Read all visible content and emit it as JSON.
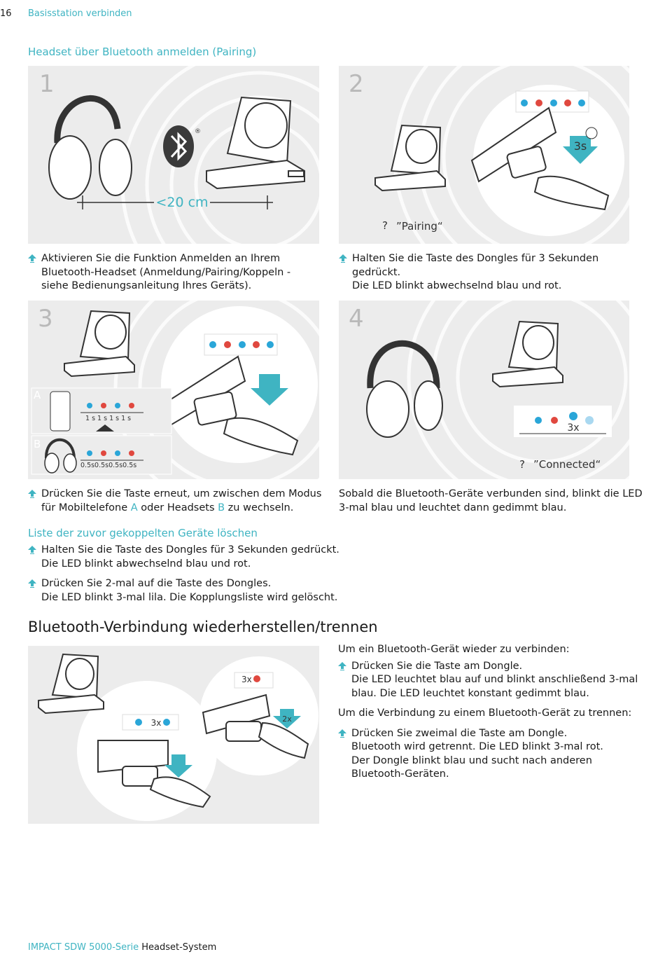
{
  "header": {
    "page_number": "16",
    "chapter": "Basisstation verbinden"
  },
  "section_pairing": {
    "title": "Headset über Bluetooth anmelden (Pairing)",
    "steps": [
      {
        "number": "1",
        "distance": "<20 cm",
        "text": [
          "Aktivieren Sie  die Funktion Anmelden an Ihrem",
          "Bluetooth-Headset (Anmeldung/Pairing/Koppeln -",
          "siehe Bedienungsanleitung Ihres Geräts)."
        ]
      },
      {
        "number": "2",
        "hold_time": "3s",
        "status": "”Pairing“",
        "text": [
          "Halten Sie  die Taste des Dongles für 3 Sekunden",
          "gedrückt.",
          "Die LED  blinkt abwechselnd  blau und rot."
        ]
      },
      {
        "number": "3",
        "mode_a": "A",
        "mode_b": "B",
        "timing_a": "1 s 1 s 1 s 1 s",
        "timing_b": "0.5s0.5s0.5s0.5s",
        "text_1": "Drücken Sie  die Taste erneut, um zwischen dem Modus",
        "text_2_pre": "für Mobiltelefone ",
        "text_2_a": "A",
        "text_2_mid": " oder Headsets ",
        "text_2_b": "B",
        "text_2_post": " zu wechseln."
      },
      {
        "number": "4",
        "blink_count": "3x",
        "status": "”Connected“",
        "text": [
          "Sobald  die Bluetooth-Geräte verbunden sind, blinkt die LED",
          "3-mal blau und leuchtet  dann gedimmt blau."
        ]
      }
    ]
  },
  "section_clear": {
    "title": "Liste der zuvor gekoppelten Geräte löschen",
    "items": [
      [
        "Halten Sie  die Taste des Dongles für 3 Sekunden gedrückt.",
        "Die LED  blinkt abwechselnd  blau und rot."
      ],
      [
        "Drücken Sie  2-mal auf die Taste des Dongles.",
        "Die LED  blinkt 3-mal lila. Die Kopplungsliste wird gelöscht."
      ]
    ]
  },
  "section_reconnect": {
    "title": "Bluetooth-Verbindung wiederherstellen/trennen",
    "illustration": {
      "blue_blink": "3x",
      "red_blink": "3x",
      "press_count": "2x"
    },
    "intro_connect": "Um ein Bluetooth-Gerät wieder zu verbinden:",
    "connect_item": [
      "Drücken Sie  die Taste am Dongle.",
      "Die LED  leuchtet  blau auf und blinkt anschließend  3-mal",
      "blau. Die LED  leuchtet  konstant gedimmt blau."
    ],
    "intro_disconnect": "Um die Verbindung zu einem Bluetooth-Gerät  zu trennen:",
    "disconnect_item": [
      "Drücken Sie  zweimal die Taste am Dongle.",
      "Bluetooth  wird getrennt. Die LED  blinkt 3-mal rot.",
      "Der Dongle blinkt blau und sucht nach  anderen",
      "Bluetooth-Geräten."
    ]
  },
  "footer": {
    "series": "IMPACT SDW 5000-Serie",
    "product": "Headset-System"
  },
  "colors": {
    "accent": "#3fb4c2",
    "led_blue": "#2aa6d8",
    "led_red": "#e0483f",
    "panel": "#ececec"
  }
}
